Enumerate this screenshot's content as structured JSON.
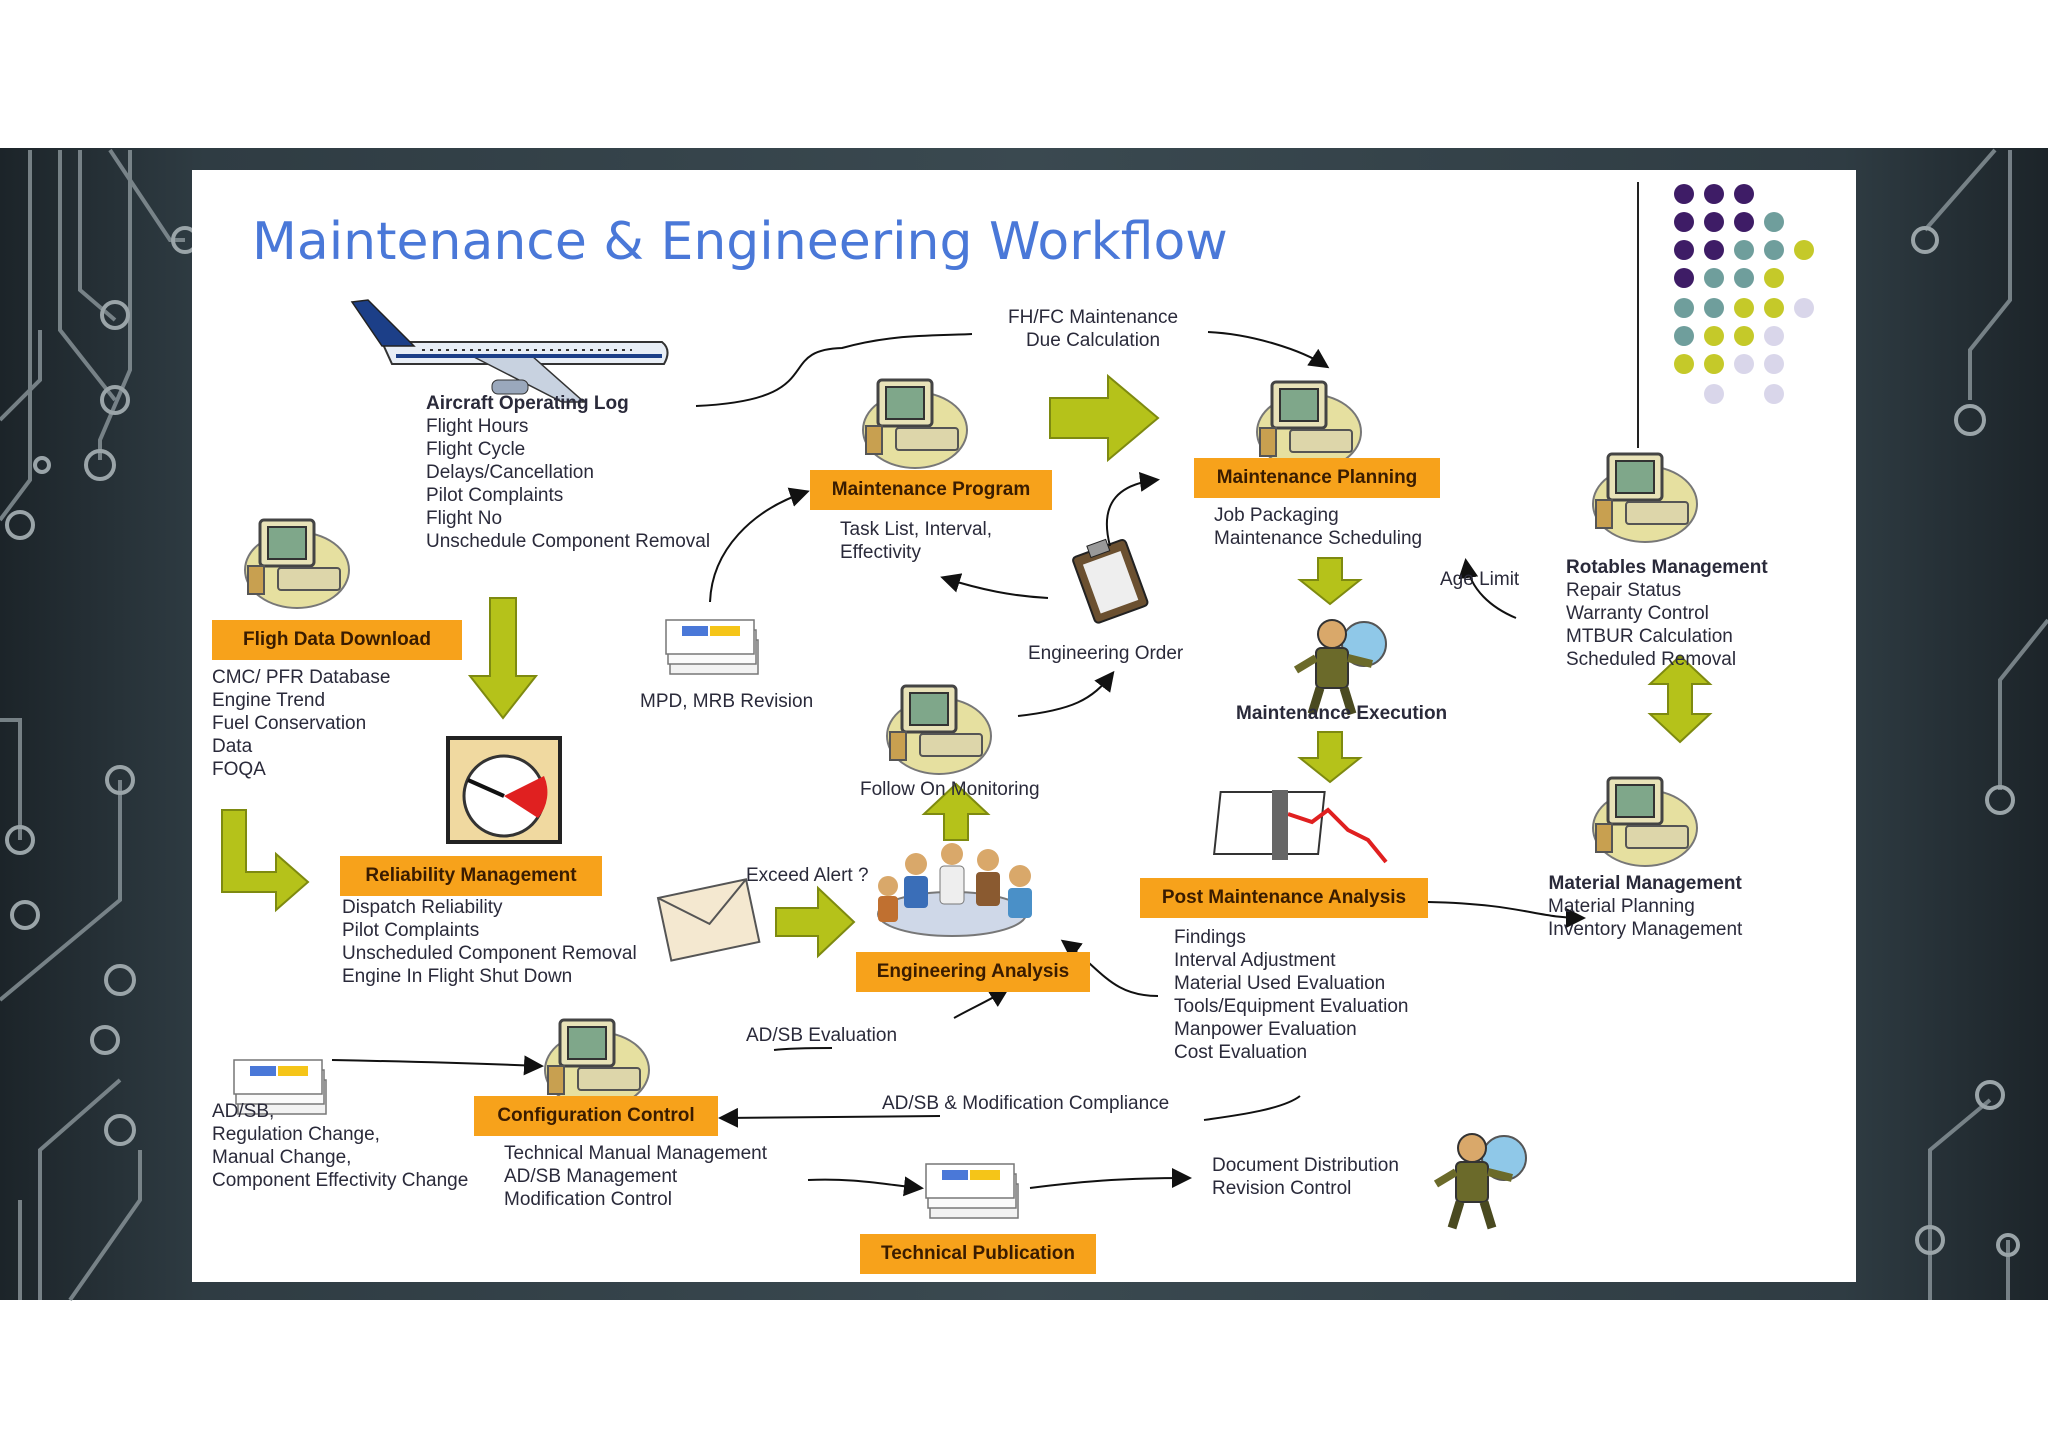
{
  "title": "Maintenance & Engineering Workflow",
  "colors": {
    "title": "#4a78d8",
    "box_fill": "#f7a21b",
    "arrow_fill": "#b5c21a",
    "dot_purple": "#3e1c66",
    "dot_teal": "#6f9e9c",
    "dot_yellow": "#c5c929",
    "dot_lavender": "#d9d6ea"
  },
  "aircraft_log": {
    "heading": "Aircraft Operating Log",
    "items": [
      "Flight Hours",
      "Flight Cycle",
      "Delays/Cancellation",
      "Pilot Complaints",
      "Flight No",
      "Unschedule Component Removal"
    ]
  },
  "fhfc": [
    "FH/FC Maintenance",
    "Due Calculation"
  ],
  "maintenance_program": {
    "label": "Maintenance Program",
    "items": [
      "Task List, Interval,",
      "Effectivity"
    ]
  },
  "maintenance_planning": {
    "label": "Maintenance Planning",
    "items": [
      "Job Packaging",
      "Maintenance Scheduling"
    ]
  },
  "rotables": {
    "heading": "Rotables Management",
    "items": [
      "Repair Status",
      "Warranty Control",
      "MTBUR Calculation",
      "Scheduled Removal"
    ]
  },
  "age_limit": "Age Limit",
  "flight_data": {
    "label": "Fligh Data Download",
    "items": [
      "CMC/ PFR Database",
      "Engine Trend",
      "Fuel Conservation",
      "Data",
      "FOQA"
    ]
  },
  "mpd_revision": "MPD, MRB Revision",
  "engineering_order": "Engineering Order",
  "maintenance_execution": "Maintenance Execution",
  "follow_on": "Follow On Monitoring",
  "reliability": {
    "label": "Reliability Management",
    "items": [
      "Dispatch Reliability",
      "Pilot Complaints",
      "Unscheduled Component Removal",
      "Engine In Flight Shut Down"
    ]
  },
  "exceed_alert": "Exceed Alert ?",
  "engineering_analysis": "Engineering Analysis",
  "post_maintenance": {
    "label": "Post Maintenance Analysis",
    "items": [
      "Findings",
      "Interval Adjustment",
      "Material Used Evaluation",
      "Tools/Equipment Evaluation",
      "Manpower Evaluation",
      "Cost Evaluation"
    ]
  },
  "material_management": {
    "heading": "Material Management",
    "items": [
      "Material Planning",
      "Inventory Management"
    ]
  },
  "adsb_eval": "AD/SB Evaluation",
  "adsb_compliance": "AD/SB & Modification Compliance",
  "adsb_sources": [
    "AD/SB,",
    "Regulation Change,",
    "Manual Change,",
    "Component Effectivity Change"
  ],
  "configuration_control": {
    "label": "Configuration Control",
    "items": [
      "Technical Manual Management",
      "AD/SB Management",
      "Modification Control"
    ]
  },
  "document_distribution": [
    "Document Distribution",
    "Revision Control"
  ],
  "technical_publication": "Technical Publication"
}
